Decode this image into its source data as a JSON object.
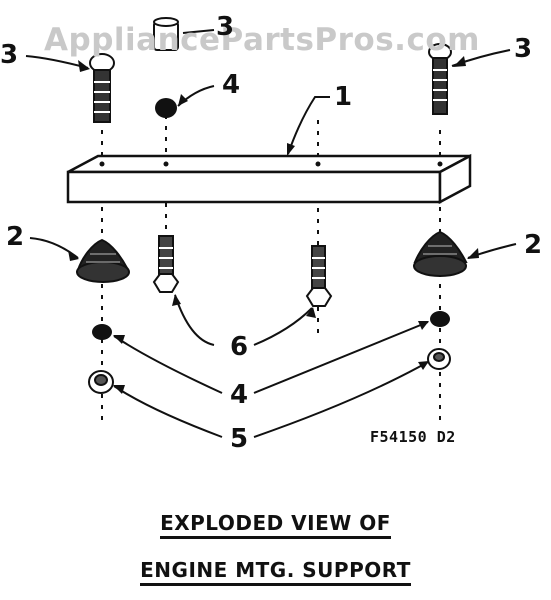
{
  "watermark": "AppliancePartsPros.com",
  "callouts": {
    "bracket": "1",
    "mount_left": "2",
    "mount_right": "2",
    "screw_left": "3",
    "screw_top": "3",
    "screw_right": "3",
    "nut_top": "4",
    "nut_bottom": "4",
    "bolt": "6",
    "locknut": "5"
  },
  "diagram_code": "F54150 D2",
  "caption": {
    "line1": "EXPLODED VIEW OF",
    "line2": "ENGINE MTG. SUPPORT"
  }
}
